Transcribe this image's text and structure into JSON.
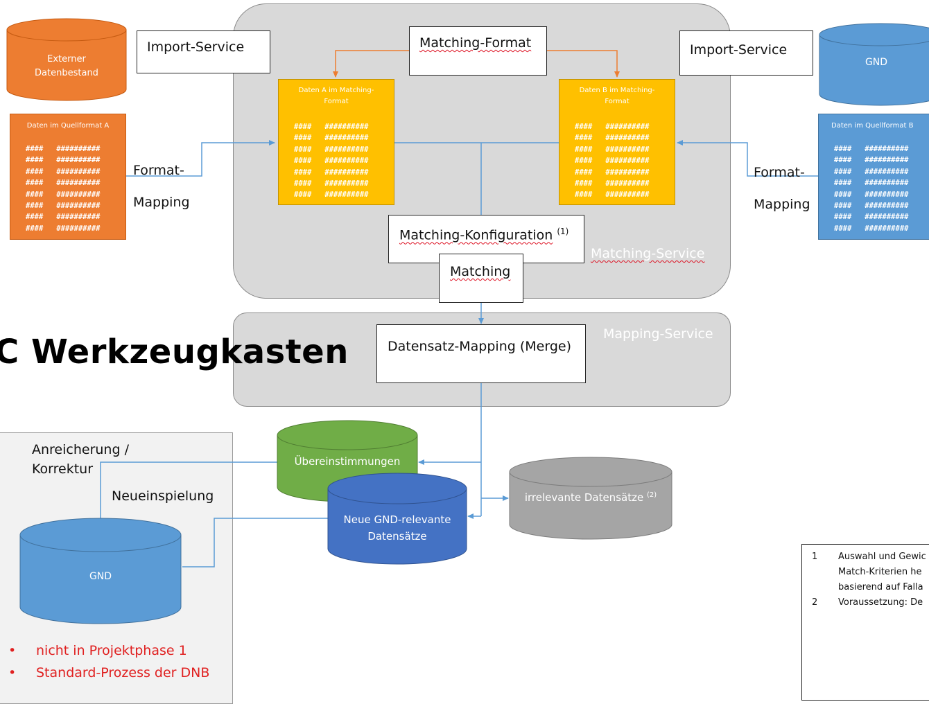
{
  "title": "C Werkzeugkasten",
  "panels": {
    "matching_service": "Matching-Service",
    "mapping_service": "Mapping-Service"
  },
  "left_source": {
    "db_label_1": "Externer",
    "db_label_2": "Datenbestand",
    "import_service": "Import-Service",
    "sheet_title": "Daten im Quellformat A",
    "format_mapping_1": "Format-",
    "format_mapping_2": "Mapping"
  },
  "right_source": {
    "db_label": "GND",
    "import_service": "Import-Service",
    "sheet_title": "Daten im Quellformat B",
    "format_mapping_1": "Format-",
    "format_mapping_2": "Mapping"
  },
  "matching": {
    "format_box": "Matching-Format",
    "sheet_a_title_1": "Daten A im Matching-",
    "sheet_a_title_2": "Format",
    "sheet_b_title_1": "Daten B im Matching-",
    "sheet_b_title_2": "Format",
    "config_label": "Matching-Konfiguration",
    "config_sup": "(1)",
    "matching_box": "Matching"
  },
  "mapping": {
    "merge_label": "Datensatz-Mapping (Merge)"
  },
  "outputs": {
    "matches": "Übereinstimmungen",
    "new_relevant_1": "Neue GND-relevante",
    "new_relevant_2": "Datensätze",
    "irrelevant": "irrelevante Datensätze",
    "irrelevant_sup": "(2)"
  },
  "process": {
    "enrichment_1": "Anreicherung /",
    "enrichment_2": "Korrektur",
    "new_import": "Neueinspielung",
    "gnd": "GND",
    "bullets": [
      "nicht in Projektphase 1",
      "Standard-Prozess der DNB"
    ]
  },
  "footnotes": [
    {
      "num": "1",
      "lines": [
        "Auswahl und Gewic",
        "Match-Kriterien he",
        "basierend auf Falla"
      ]
    },
    {
      "num": "2",
      "lines": [
        "Voraussetzung: De"
      ]
    }
  ],
  "sheet_row_text": "####   ##########",
  "colors": {
    "orange": "#ed7d31",
    "blue": "#5b9bd5",
    "yellow": "#ffc000",
    "green": "#70ad47",
    "dark_blue": "#4472c4",
    "gray": "#a5a5a5",
    "panel": "#d9d9d9",
    "arrow": "#5b9bd5",
    "arrow_orange": "#ed7d31",
    "bullet_red": "#e02020"
  }
}
